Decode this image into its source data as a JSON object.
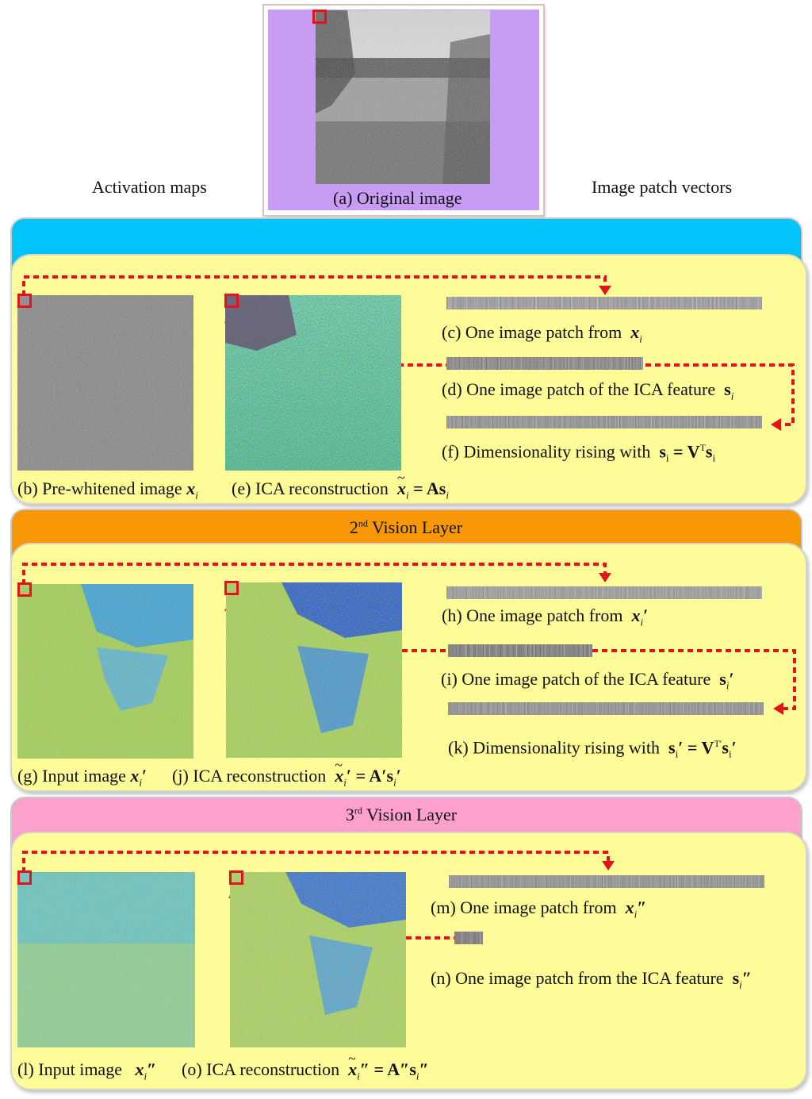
{
  "header": {
    "left_label": "Activation maps",
    "right_label": "Image patch vectors",
    "original_caption": "(a) Original image"
  },
  "layer1": {
    "title": "",
    "patch_from": "(c) One image patch from",
    "patch_from_var": "x",
    "patch_from_sub": "i",
    "patch_feature": "(d) One image patch of the ICA feature",
    "patch_feature_var": "s",
    "patch_feature_sub": "i",
    "dim_rising": "(f) Dimensionality rising with",
    "dim_eq": "s",
    "dim_eq_sub": "i",
    "dim_eq_rhs": "= V",
    "dim_eq_sup": "T",
    "dim_eq_tail": "s",
    "dim_eq_tail_sub": "i",
    "caption_b": "(b) Pre-whitened image",
    "caption_b_var": "x",
    "caption_b_sub": "i",
    "caption_e": "(e) ICA reconstruction",
    "caption_e_var": "x",
    "caption_e_sub": "i",
    "caption_e_rhs": "= As",
    "caption_e_rhs_sub": "i"
  },
  "layer2": {
    "title_pre": "2",
    "title_sup": "nd",
    "title_post": " Vision Layer",
    "patch_from": "(h) One image patch from",
    "patch_feature": "(i) One image patch of the ICA feature",
    "dim_rising": "(k) Dimensionality rising with",
    "caption_g": "(g) Input image",
    "caption_j": "(j) ICA reconstruction",
    "caption_j_rhs": "= A′s",
    "prime": "′",
    "var_x": "x",
    "var_s": "s",
    "sub_i": "i",
    "dim_rhs": "= V",
    "dim_sup": "T′"
  },
  "layer3": {
    "title_pre": "3",
    "title_sup": "rd",
    "title_post": " Vision Layer",
    "patch_from": "(m) One image patch from",
    "patch_feature": "(n) One image patch from the ICA feature",
    "caption_l": "(l) Input image",
    "caption_o": "(o) ICA reconstruction",
    "caption_o_rhs": "= A″s",
    "dprime": "″",
    "var_x": "x",
    "var_s": "s",
    "sub_i": "i"
  },
  "colors": {
    "layer1_tab": "#00c4fa",
    "layer2_tab": "#f99806",
    "layer3_tab": "#fca0cc",
    "panel": "#fdfc98",
    "marker": "#e3121b",
    "original_bg": "#c79cf3"
  }
}
